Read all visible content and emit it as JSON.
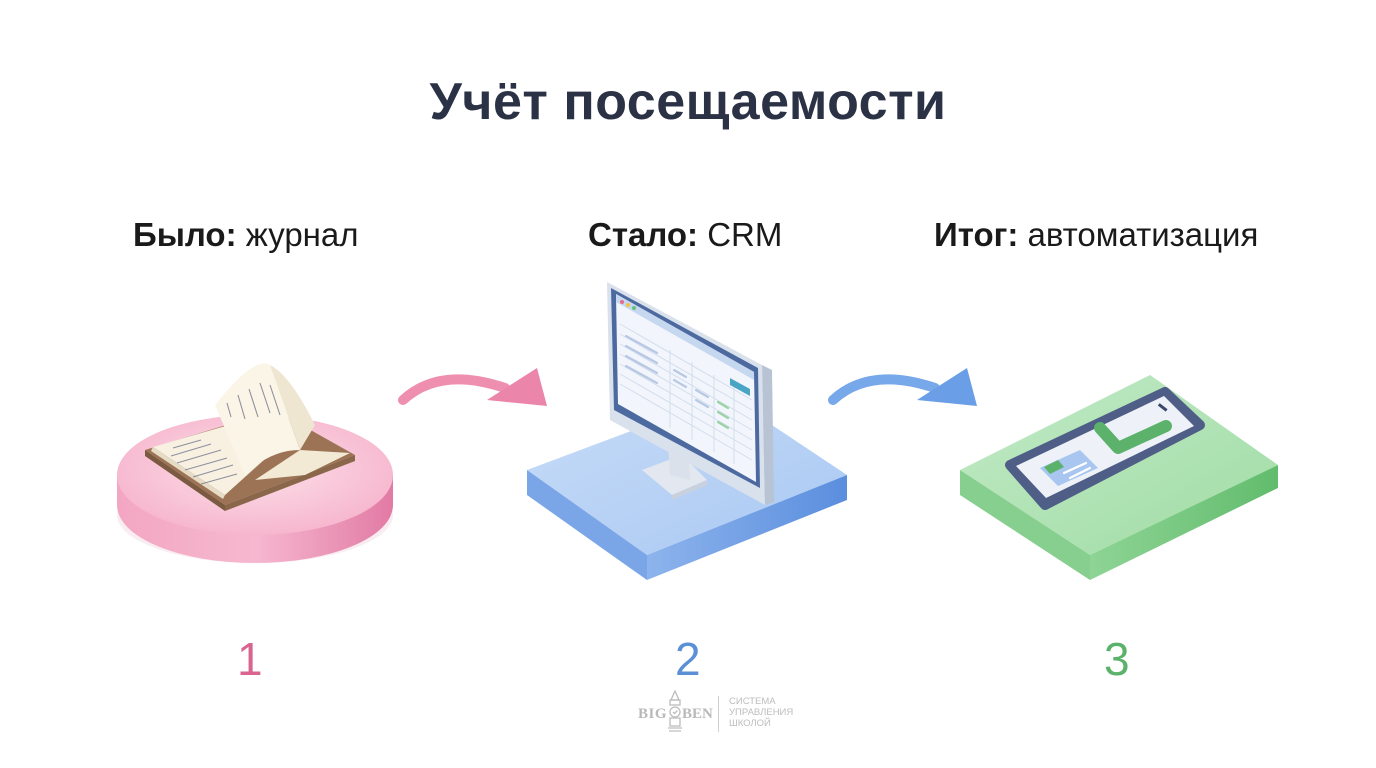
{
  "title": "Учёт посещаемости",
  "steps": [
    {
      "key": "Было:",
      "value": " журнал",
      "number": "1",
      "color": "#d9648f",
      "illustration": "open-journal-book-on-pink-disc"
    },
    {
      "key": "Стало:",
      "value": " CRM",
      "number": "2",
      "color": "#5b8fd6",
      "illustration": "monitor-with-crm-table-on-blue-platform"
    },
    {
      "key": "Итог:",
      "value": " автоматизация",
      "number": "3",
      "color": "#5cb26b",
      "illustration": "smartphone-with-checkmark-on-green-platform"
    }
  ],
  "arrows": [
    {
      "from": "1",
      "to": "2",
      "color": "#ef8fb0"
    },
    {
      "from": "2",
      "to": "3",
      "color": "#6fa2e6"
    }
  ],
  "logo": {
    "left": "BIG",
    "right": "BEN",
    "tagline": [
      "СИСТЕМА",
      "УПРАВЛЕНИЯ",
      "ШКОЛОЙ"
    ]
  }
}
